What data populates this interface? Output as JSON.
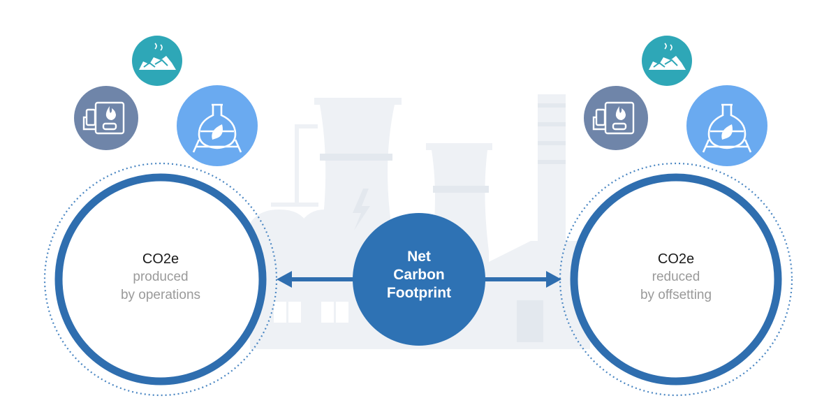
{
  "left_circle": {
    "title": "CO2e",
    "line1": "produced",
    "line2": "by operations"
  },
  "right_circle": {
    "title": "CO2e",
    "line1": "reduced",
    "line2": "by offsetting"
  },
  "center": {
    "line1": "Net",
    "line2": "Carbon",
    "line3": "Footprint"
  },
  "colors": {
    "primary_blue": "#2f6eaf",
    "center_blue": "#2e72b4",
    "dotted_ring": "#4a86c2",
    "factory_silhouette": "#eef1f5",
    "icon_teal": "#2ea7b7",
    "icon_slate": "#6f85a9",
    "icon_light_blue": "#6aaaf0",
    "sub_text_gray": "#9a9a9a"
  },
  "icons": {
    "top": "coal-pile-icon",
    "left": "boiler-icon",
    "right": "bio-flask-icon"
  }
}
